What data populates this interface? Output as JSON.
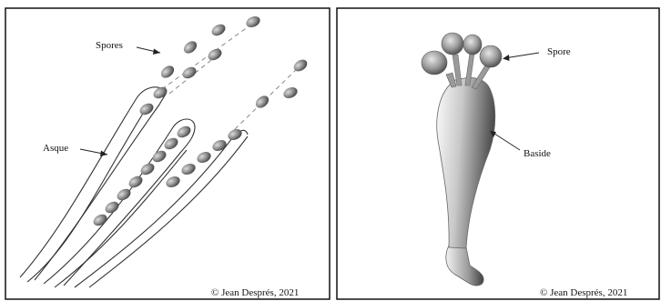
{
  "panels": [
    {
      "id": "asque",
      "labels": {
        "spores": "Spores",
        "asque": "Asque"
      },
      "credit": "© Jean Després, 2021"
    },
    {
      "id": "baside",
      "labels": {
        "spore": "Spore",
        "baside": "Baside"
      },
      "credit": "© Jean Després, 2021"
    }
  ],
  "colors": {
    "frame": "#111111",
    "outline": "#333333",
    "spore_light": "#d4d4d4",
    "spore_dark": "#454545",
    "baside_light": "#fafafa",
    "baside_dark": "#4a4a4a"
  }
}
